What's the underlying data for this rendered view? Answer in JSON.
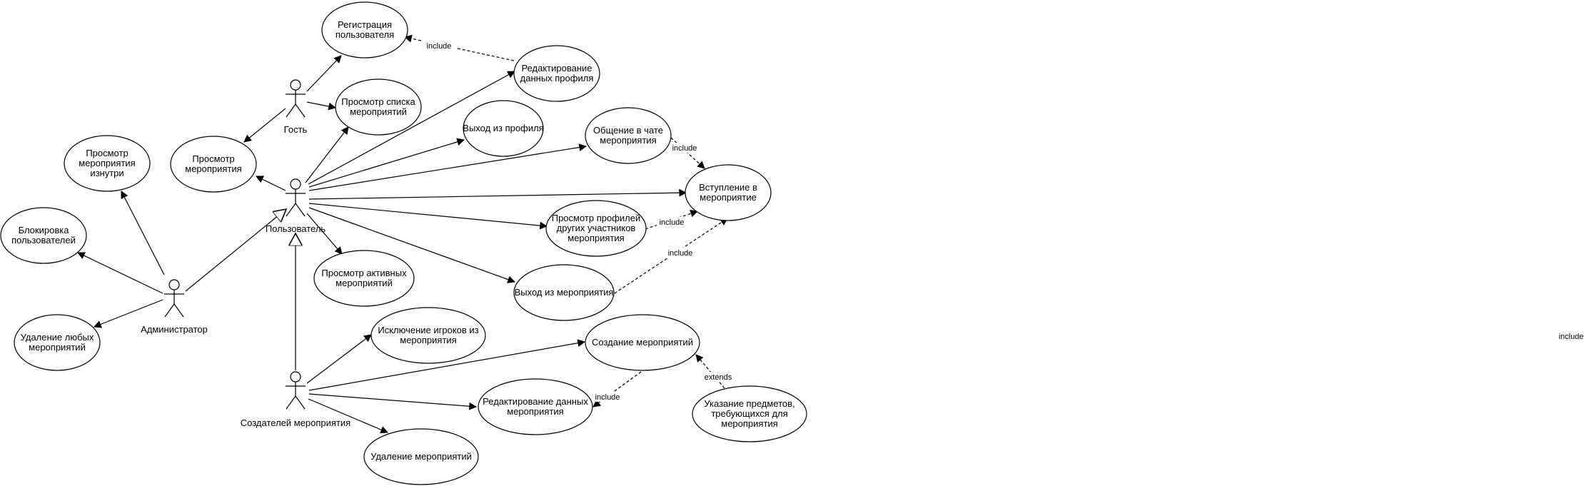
{
  "actors": {
    "guest": "Гость",
    "user": "Пользователь",
    "admin": "Администратор",
    "creator": "Создателей мероприятия"
  },
  "usecases": {
    "registration": [
      "Регистрация",
      "пользователя"
    ],
    "edit_profile": [
      "Редактирование",
      "данных профиля"
    ],
    "view_list": [
      "Просмотр списка",
      "мероприятий"
    ],
    "view_event": [
      "Просмотр",
      "мероприятия"
    ],
    "view_inside": [
      "Просмотр",
      "мероприятия",
      "изнутри"
    ],
    "logout": [
      "Выход из профиля"
    ],
    "chat": [
      "Общение в чате",
      "мероприятия"
    ],
    "join": [
      "Вступление в",
      "мероприятие"
    ],
    "view_profiles": [
      "Просмотр профилей",
      "других участников",
      "мероприятия"
    ],
    "block": [
      "Блокировка",
      "пользователей"
    ],
    "delete_any": [
      "Удаление любых",
      "мероприятий"
    ],
    "active": [
      "Просмотр активных",
      "мероприятий"
    ],
    "leave": [
      "Выход из мероприятия"
    ],
    "kick": [
      "Исключение игроков из",
      "мероприятия"
    ],
    "create": [
      "Создание мероприятий"
    ],
    "edit_event": [
      "Редактирование данных",
      "мероприятия"
    ],
    "items": [
      "Указание предметов,",
      "требующихся для",
      "мероприятия"
    ],
    "delete_event": [
      "Удаление мероприятий"
    ]
  },
  "edge_labels": {
    "include": "include",
    "extends": "extends"
  },
  "stray_label": "include"
}
